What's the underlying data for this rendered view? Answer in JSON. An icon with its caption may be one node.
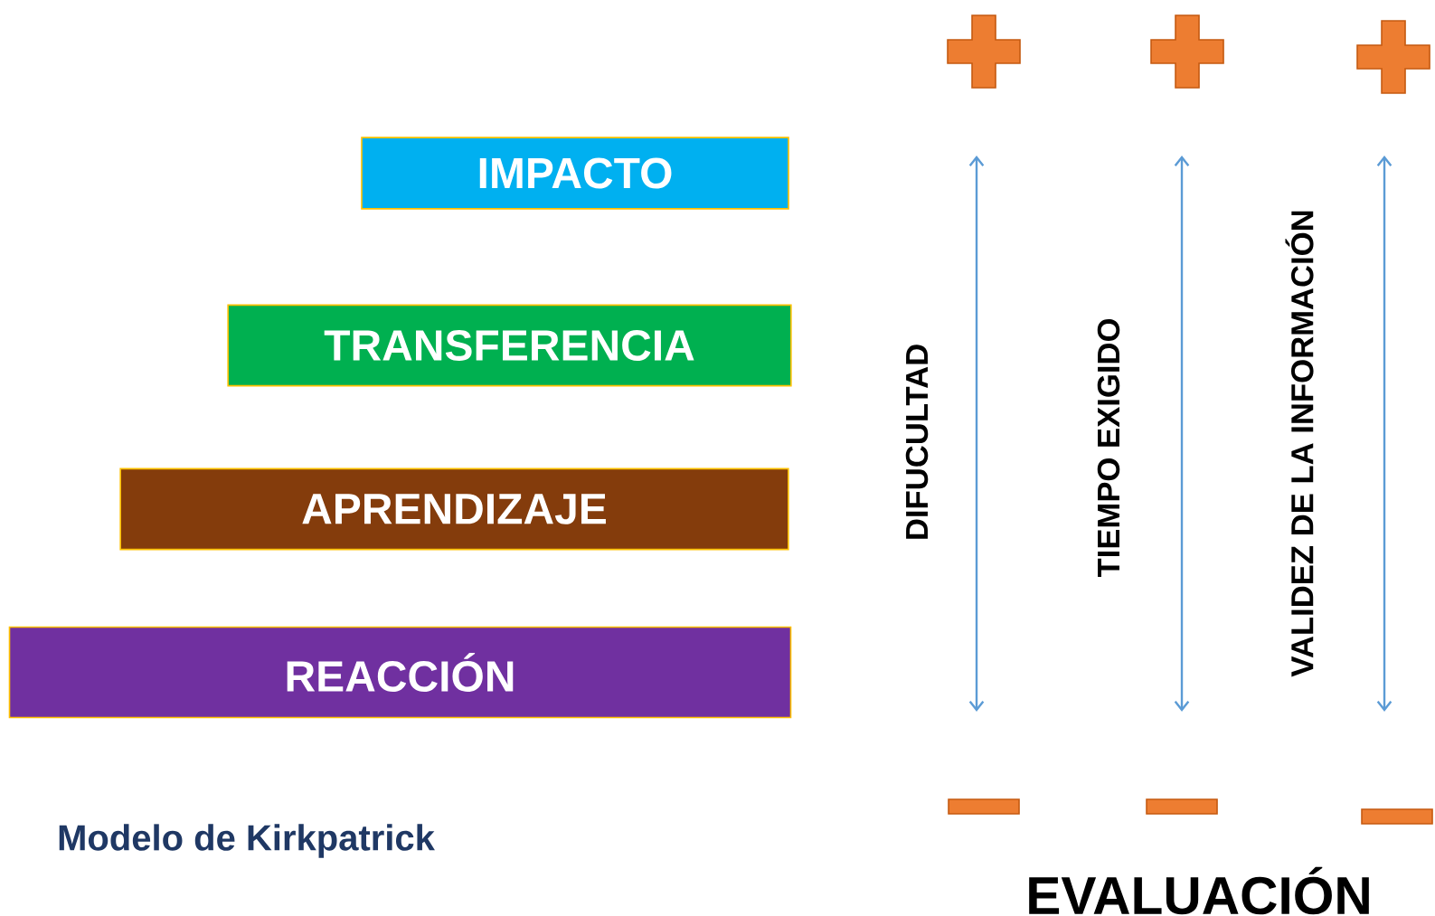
{
  "diagram": {
    "nodes": [
      {
        "text": [
          "IMPACTO"
        ]
      },
      {
        "text": [
          "TRANSFERENCIA"
        ]
      },
      {
        "text": [
          "APRENDIZAJE"
        ]
      },
      {
        "text": [
          "REACCIÓN"
        ]
      }
    ],
    "labels": [
      "DIFUCULTAD",
      "TIEMPO EXIGIDO",
      "VALIDEZ DE LA INFORMACIÓN",
      "Modelo de Kirkpatrick",
      "EVALUACIÓN"
    ]
  }
}
